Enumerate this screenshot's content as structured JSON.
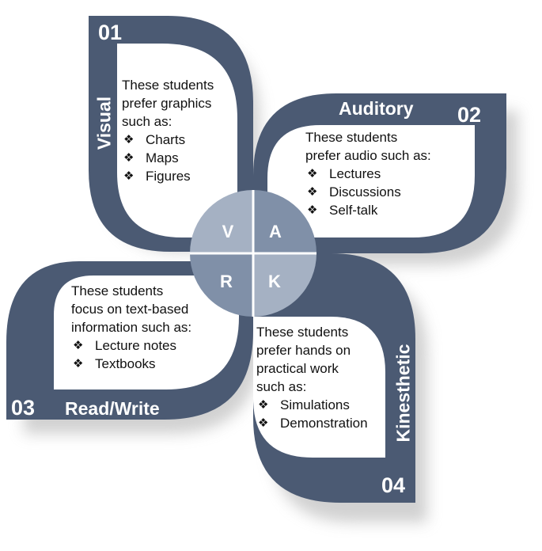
{
  "colors": {
    "dark": "#4b5a73",
    "circle_light": "#a5b1c3",
    "circle_mid": "#8090a8",
    "card": "#ffffff"
  },
  "center": {
    "v": "V",
    "a": "A",
    "r": "R",
    "k": "K"
  },
  "panels": {
    "visual": {
      "number": "01",
      "name": "Visual",
      "intro": "These students\nprefer graphics\nsuch as:",
      "items": [
        "Charts",
        "Maps",
        "Figures"
      ]
    },
    "auditory": {
      "number": "02",
      "name": "Auditory",
      "intro": "These students\nprefer audio such as:",
      "items": [
        "Lectures",
        "Discussions",
        "Self-talk"
      ]
    },
    "readwrite": {
      "number": "03",
      "name": "Read/Write",
      "intro": "These students\nfocus on text-based\ninformation such as:",
      "items": [
        "Lecture notes",
        "Textbooks"
      ]
    },
    "kinesthetic": {
      "number": "04",
      "name": "Kinesthetic",
      "intro": "These students\nprefer hands on\npractical work\nsuch as:",
      "items": [
        "Simulations",
        "Demonstration"
      ]
    }
  },
  "bullet": "❖"
}
